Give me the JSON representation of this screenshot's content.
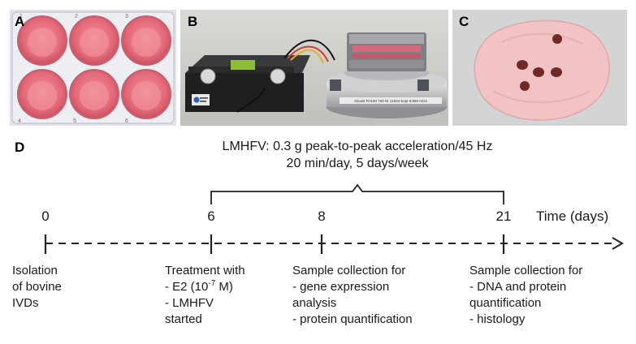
{
  "panels": {
    "a": {
      "label": "A",
      "well_numbers": [
        "1",
        "2",
        "3",
        "4",
        "5",
        "6"
      ]
    },
    "b": {
      "label": "B",
      "device_plate_text": "Sinusit RAHM 700 Nr 11844 Expt 9.860 m/s2"
    },
    "c": {
      "label": "C"
    },
    "d": {
      "label": "D"
    }
  },
  "stimulation": {
    "line1": "LMHFV: 0.3 g peak-to-peak acceleration/45 Hz",
    "line2": "20 min/day, 5 days/week"
  },
  "timeline": {
    "axis_label": "Time (days)",
    "points": [
      {
        "day": "0",
        "lines": [
          "Isolation",
          "of bovine",
          "IVDs"
        ]
      },
      {
        "day": "6",
        "heading": "Treatment with",
        "e2_prefix": "- E2 (10",
        "e2_exp": "-7",
        "e2_suffix": " M)",
        "lines": [
          "- LMHFV",
          "started"
        ]
      },
      {
        "day": "8",
        "lines": [
          "Sample collection for",
          "- gene expression",
          "analysis",
          "- protein quantification"
        ]
      },
      {
        "day": "21",
        "lines": [
          "Sample collection for",
          "- DNA and protein",
          "quantification",
          "- histology"
        ]
      }
    ]
  },
  "colors": {
    "tissue_pink": "#e8707e",
    "disc_pink": "#f1c3c4",
    "well_plate": "#e9eaee",
    "line": "#222222"
  }
}
